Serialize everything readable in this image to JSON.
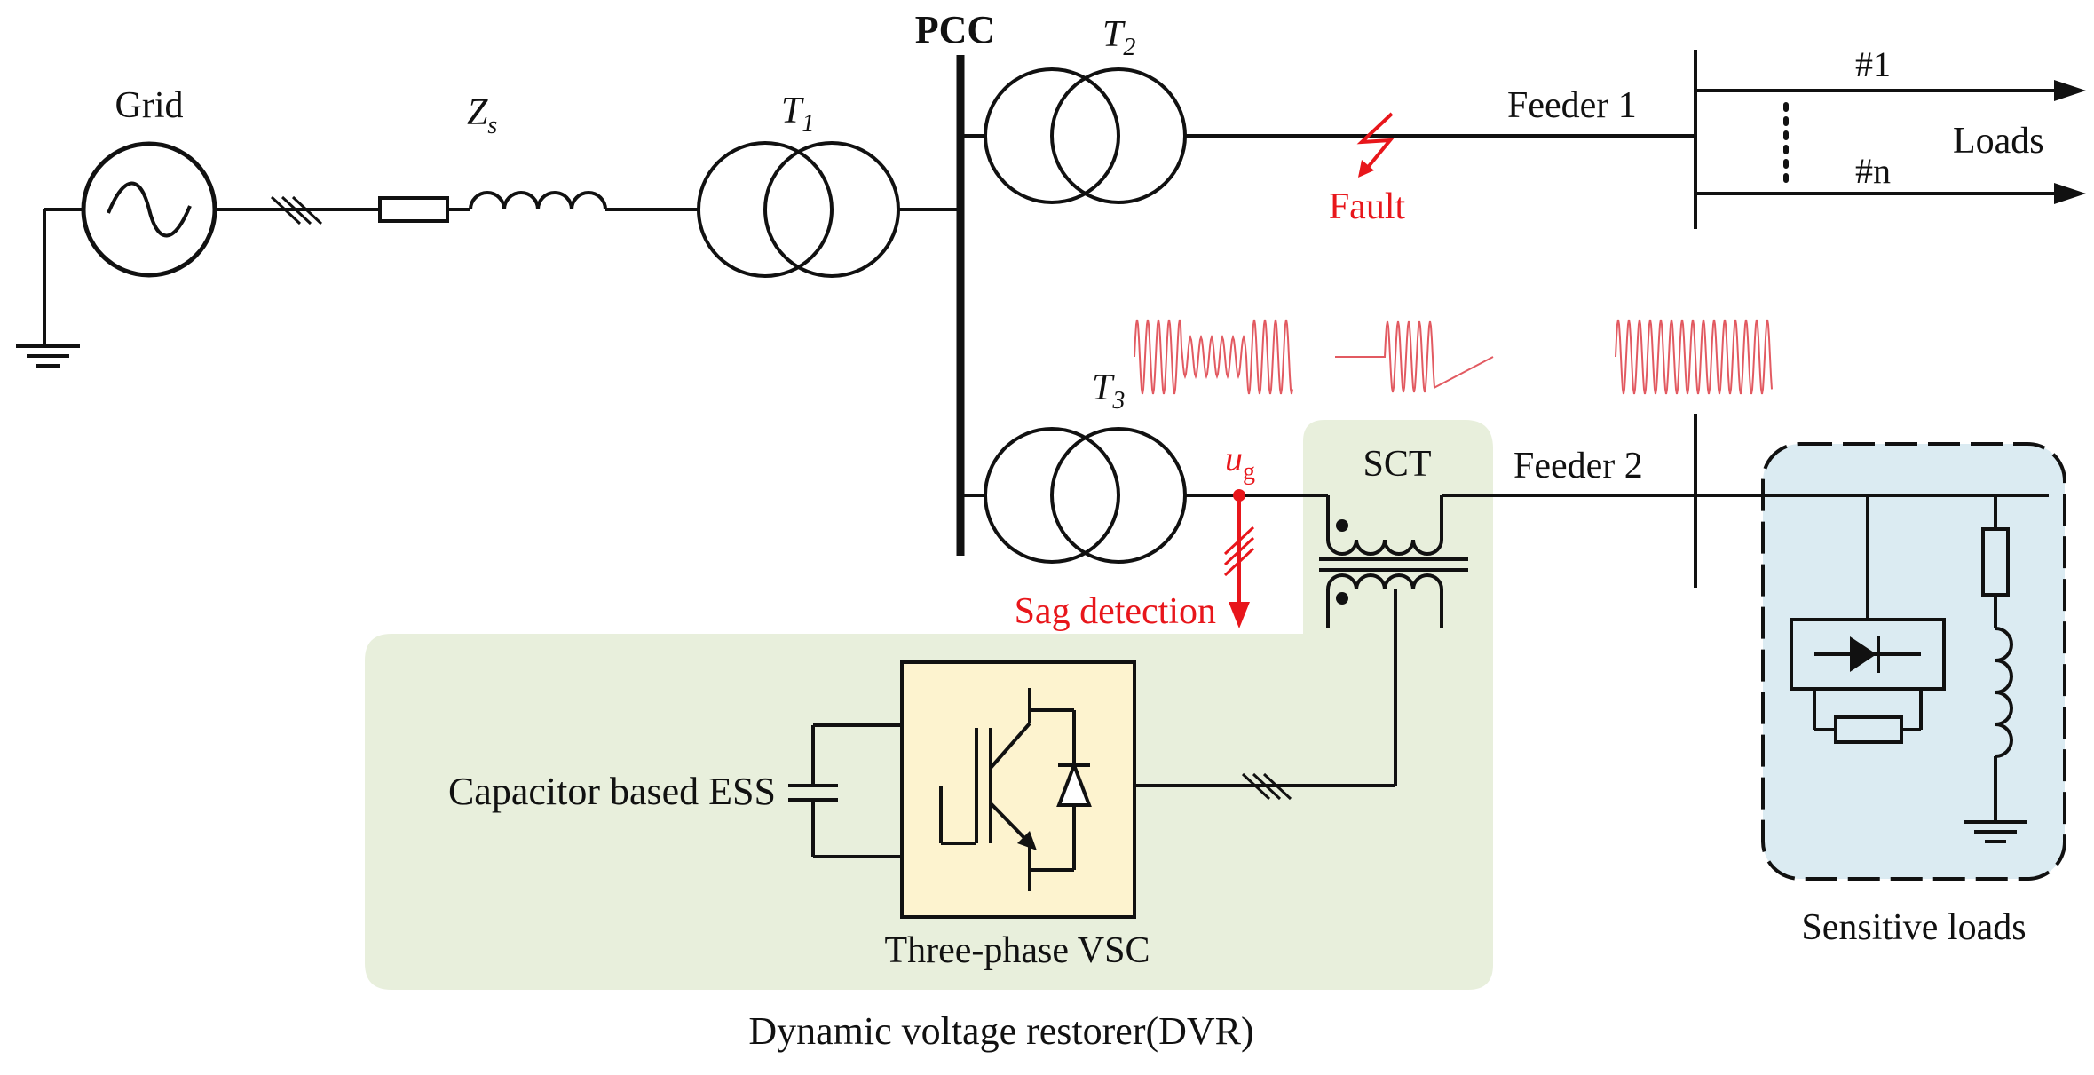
{
  "labels": {
    "grid": "Grid",
    "zs_main": "Z",
    "zs_sub": "s",
    "t1_main": "T",
    "t1_sub": "1",
    "pcc": "PCC",
    "t2_main": "T",
    "t2_sub": "2",
    "t3_main": "T",
    "t3_sub": "3",
    "feeder1": "Feeder 1",
    "feeder2": "Feeder 2",
    "load1": "#1",
    "loadn": "#n",
    "loads": "Loads",
    "fault": "Fault",
    "ug_main": "u",
    "ug_sub": "g",
    "sct": "SCT",
    "sag_detection": "Sag detection",
    "capacitor_ess": "Capacitor based ESS",
    "vsc": "Three-phase VSC",
    "dvr": "Dynamic voltage restorer(DVR)",
    "sensitive_loads": "Sensitive loads"
  },
  "colors": {
    "line": "#111111",
    "fault": "#e8161b",
    "waveform": "#e25a61",
    "dvr_region": "#e8efdc",
    "vsc_box": "#fdf3cf",
    "sensitive_region": "#dbebf2"
  }
}
